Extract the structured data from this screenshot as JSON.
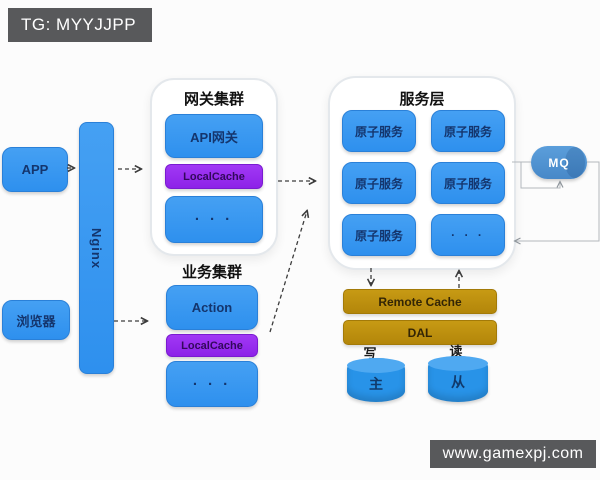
{
  "tg_bar": {
    "label": "TG: MYYJJPP"
  },
  "site_watermark": {
    "label": "www.gamexpj.com"
  },
  "clients": {
    "app_label": "APP",
    "browser_label": "浏览器"
  },
  "nginx": {
    "label": "Nginx"
  },
  "gateway_cluster": {
    "title": "网关集群",
    "items": [
      "API网关",
      "LocalCache",
      "· · ·"
    ]
  },
  "business_cluster": {
    "title": "业务集群",
    "items": [
      "Action",
      "LocalCache",
      "· · ·"
    ]
  },
  "service_layer": {
    "title": "服务层",
    "items": [
      "原子服务",
      "原子服务",
      "原子服务",
      "原子服务",
      "原子服务",
      "· · ·"
    ]
  },
  "mq": {
    "label": "MQ"
  },
  "data_layer": {
    "remote_cache_label": "Remote Cache",
    "dal_label": "DAL",
    "write_label": "写",
    "read_label": "读",
    "master_db_label": "主",
    "slave_db_label": "从"
  },
  "colors": {
    "node_blue": "#3495f0",
    "cache_purple": "#9329ee",
    "bar_gold": "#bd8e0e",
    "mq_blue": "#4f94d0",
    "db_blue": "#2b95ea",
    "watermark_gray": "#58595b"
  }
}
